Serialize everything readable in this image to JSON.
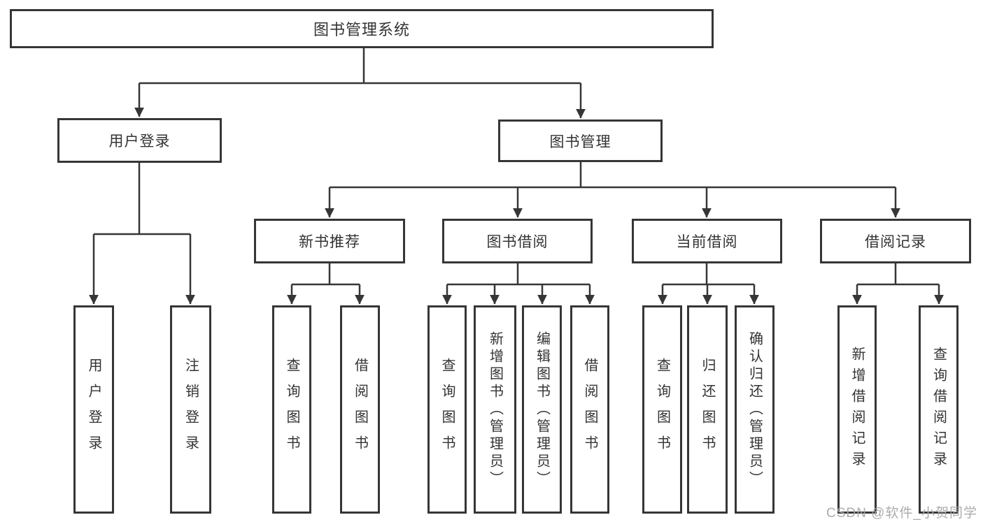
{
  "diagram": {
    "title": "图书管理系统",
    "level2": {
      "user_login": "用户登录",
      "book_mgmt": "图书管理"
    },
    "level3": {
      "new_book_rec": "新书推荐",
      "book_borrow": "图书借阅",
      "current_borrow": "当前借阅",
      "borrow_records": "借阅记录"
    },
    "leaves": {
      "user_login_leaf": "用户登录",
      "logout_leaf": "注销登录",
      "rec_query_books": "查询图书",
      "rec_borrow_books": "借阅图书",
      "bb_query_books": "查询图书",
      "bb_add_books": "新增图书（管理员）",
      "bb_edit_books": "编辑图书（管理员）",
      "bb_borrow_books": "借阅图书",
      "cb_query_books": "查询图书",
      "cb_return_books": "归还图书",
      "cb_confirm_return": "确认归还（管理员）",
      "br_add_record": "新增借阅记录",
      "br_query_record": "查询借阅记录"
    }
  },
  "watermark": "CSDN @软件_小贺同学",
  "colors": {
    "line": "#3a3a3a",
    "text": "#333333",
    "watermark": "#a8a8a8",
    "background": "#ffffff"
  }
}
